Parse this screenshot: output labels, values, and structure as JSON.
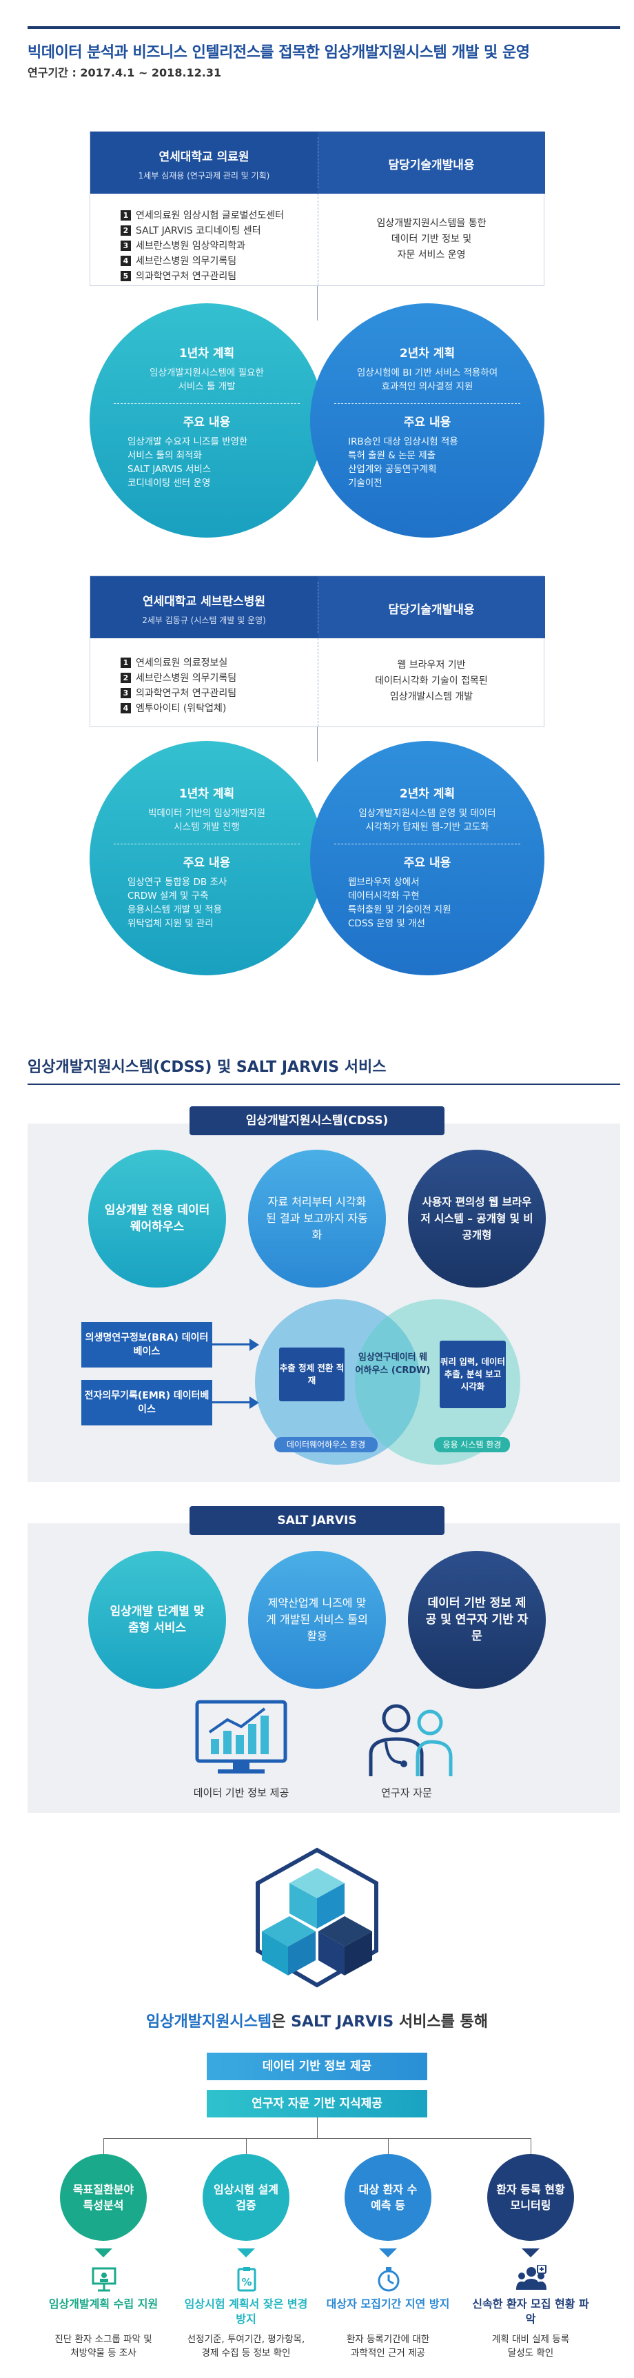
{
  "header": {
    "title": "빅데이터 분석과 비즈니스 인텔리전스를 접목한 임상개발지원시스템 개발 및 운영",
    "period": "연구기간 : 2017.4.1 ~ 2018.12.31"
  },
  "org1": {
    "name": "연세대학교 의료원",
    "sub": "1세부 심재용 (연구과제 관리 및 기획)",
    "right_title": "담당기술개발내용",
    "items": [
      "연세의료원 임상시험 글로벌선도센터",
      "SALT JARVIS 코디네이팅 센터",
      "세브란스병원 임상약리학과",
      "세브란스병원 의무기록팀",
      "의과학연구처 연구관리팀"
    ],
    "right_text": [
      "임상개발지원시스템을 통한",
      "데이터 기반 정보 및",
      "자문 서비스 운영"
    ],
    "year1": {
      "title": "1년차 계획",
      "summary": [
        "임상개발지원시스템에 필요한",
        "서비스 툴 개발"
      ],
      "head": "주요 내용",
      "items": [
        "임상개발 수요자 니즈를 반영한",
        "서비스 툴의 최적화",
        "SALT JARVIS 서비스",
        "코디네이팅 센터 운영"
      ]
    },
    "year2": {
      "title": "2년차 계획",
      "summary": [
        "임상시험에 BI 기반 서비스 적용하여",
        "효과적인 의사결정 지원"
      ],
      "head": "주요 내용",
      "items": [
        "IRB승인 대상 임상시험 적용",
        "특허 출원 & 논문 제출",
        "산업계와 공동연구계획",
        "기술이전"
      ]
    }
  },
  "org2": {
    "name": "연세대학교 세브란스병원",
    "sub": "2세부 김동규 (시스템 개발 및 운영)",
    "right_title": "담당기술개발내용",
    "items": [
      "연세의료원 의료정보실",
      "세브란스병원 의무기록팀",
      "의과학연구처 연구관리팀",
      "엠투아이티 (위탁업체)"
    ],
    "right_text": [
      "웹 브라우저 기반",
      "데이터시각화 기술이 접목된",
      "임상개발시스템 개발"
    ],
    "year1": {
      "title": "1년차 계획",
      "summary": [
        "빅데이터 기반의 임상개발지원",
        "시스템 개발 진행"
      ],
      "head": "주요 내용",
      "items": [
        "임상연구 통합용 DB 조사",
        "CRDW 설계 및 구축",
        "응용시스템 개발 및 적용",
        "위탁업체 지원 및 관리"
      ]
    },
    "year2": {
      "title": "2년차 계획",
      "summary": [
        "임상개발지원시스템 운영 및 데이터",
        "시각화가 탑재된 웹-기반 고도화"
      ],
      "head": "주요 내용",
      "items": [
        "웹브라우저 상에서",
        "데이터시각화 구현",
        "특허출원 및 기술이전 지원",
        "CDSS 운영 및 개선"
      ]
    }
  },
  "section2": {
    "title": "임상개발지원시스템(CDSS) 및 SALT JARVIS 서비스"
  },
  "cdss": {
    "label": "임상개발지원시스템(CDSS)",
    "circles": [
      "임상개발 전용 데이터웨어하우스",
      "자료 처리부터 시각화된 결과 보고까지 자동화",
      "사용자 편의성 웹 브라우저 시스템 – 공개형 및 비공개형"
    ],
    "db1": "의생명연구정보(BRA) 데이터베이스",
    "db2": "전자의무기록(EMR) 데이터베이스",
    "box_left": "추출 정제 전환 적재",
    "center": "임상연구데이터 웨어하우스 (CRDW)",
    "box_right": "쿼리 입력, 데이터 추출, 분석 보고 시각화",
    "env_left": "데이터웨어하우스 환경",
    "env_right": "응용 시스템 환경"
  },
  "jarvis": {
    "label": "SALT JARVIS",
    "circles": [
      "임상개발 단계별 맞춤형 서비스",
      "제약산업계 니즈에 맞게 개발된 서비스 툴의 활용",
      "데이터 기반 정보 제공 및 연구자 기반 자문"
    ],
    "icon1": "데이터 기반 정보 제공",
    "icon2": "연구자 자문"
  },
  "bottom": {
    "pre": "임상개발지원시스템",
    "mid": "은 ",
    "hl": "SALT JARVIS",
    "post": " 서비스를 통해",
    "strip1": "데이터 기반 정보 제공",
    "strip2": "연구자 자문 기반 지식제공",
    "items": [
      {
        "circle": "목표질환분야 특성분석",
        "title": "임상개발계획 수립 지원",
        "desc": [
          "진단 환자 소그룹 파악 및",
          "처방약물 등 조사"
        ],
        "color": "#1aa98a"
      },
      {
        "circle": "임상시험 설계검증",
        "title": "임상시험 계획서 잦은 변경 방지",
        "desc": [
          "선정기준, 투여기간, 평가항목,",
          "경제 수집 등 정보 확인"
        ],
        "color": "#21b5c2"
      },
      {
        "circle": "대상 환자 수 예측 등",
        "title": "대상자 모집기간 지연 방지",
        "desc": [
          "환자 등록기간에 대한",
          "과학적인 근거 제공"
        ],
        "color": "#2a88d4"
      },
      {
        "circle": "환자 등록 현황 모니터링",
        "title": "신속한 환자 모집 현황 파악",
        "desc": [
          "계획 대비 실제 등록",
          "달성도 확인"
        ],
        "color": "#1f3f7a"
      }
    ]
  },
  "colors": {
    "navy": "#1e3a6e",
    "blue": "#1f5fb4",
    "teal": "#1aa0c0",
    "green": "#1aa98a",
    "panel": "#eef0f4"
  }
}
